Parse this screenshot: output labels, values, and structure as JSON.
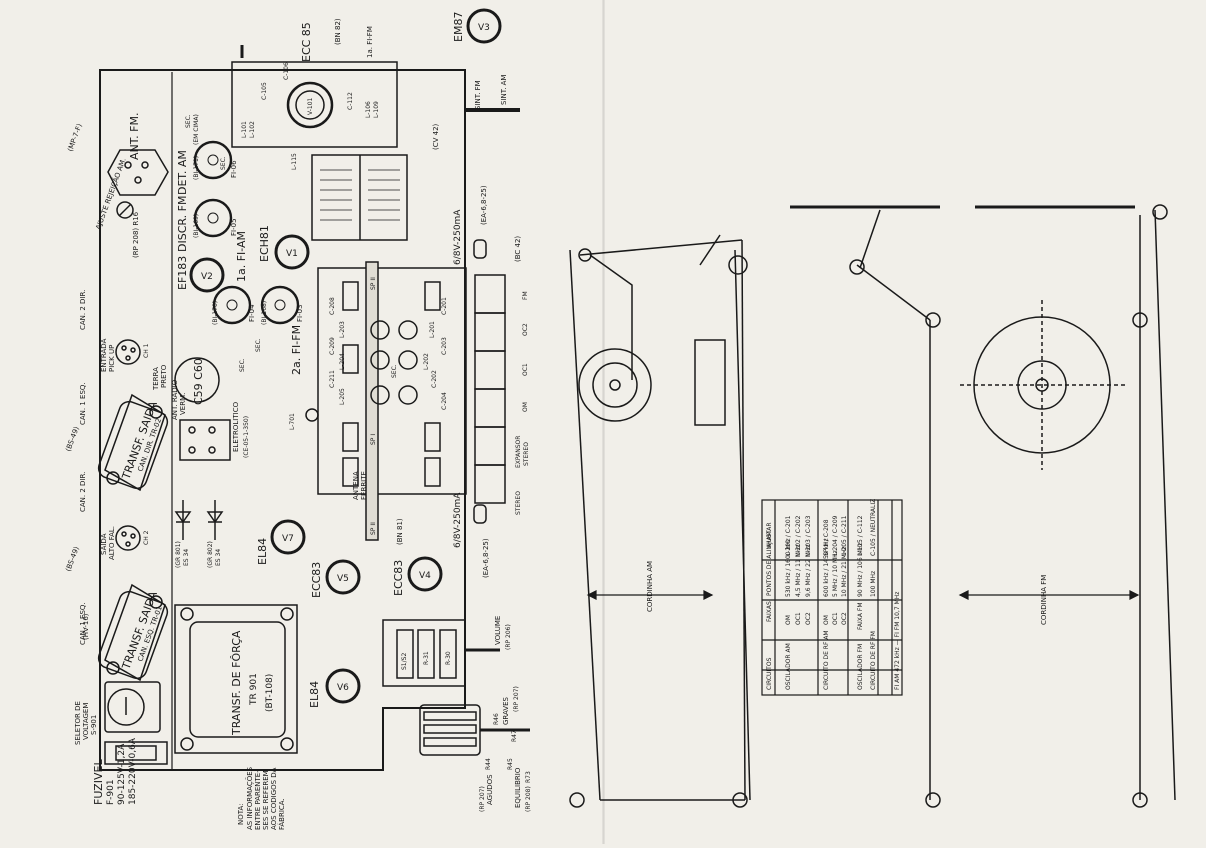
{
  "chassis": {
    "fuse_block": [
      "FUZIVEL",
      "F-901",
      "90-125V-1,2A",
      "185-220V-0,6A"
    ],
    "note_block": [
      "NOTA:",
      "AS INFORMAÇÕES",
      "ENTRE PARENTE-",
      "SES SE REFEREM",
      "AOS CODIGOS DA",
      "FÁBRICA."
    ],
    "voltage_selector": [
      "SELETOR DE",
      "VOLTAGEM",
      "S-901"
    ],
    "hv_code": "(HV-16)",
    "power_transformer": [
      "TRANSF. DE FÔRÇA",
      "TR 901",
      "(BT-108)"
    ],
    "output_transformer_1": [
      "TRANSF. SAIDA",
      "CAN. ESQ. TR-01"
    ],
    "output_transformer_2": [
      "TRANSF. SAIDA",
      "CAN. DIR. TR-02"
    ],
    "bs_code_1": "(BS-49)",
    "bs_code_2": "(BS-49)",
    "can1_esq": "CAN. 1 ESQ.",
    "can1_esq_2": "CAN. 1 ESQ.",
    "can2_dir": "CAN. 2 DIR.",
    "can2_dir_2": "CAN. 2 DIR.",
    "saida_alto_fal": [
      "SAIDA",
      "ALTO FAL."
    ],
    "can2_short": "CH 2",
    "entrada_pick_up": [
      "ENTRADA",
      "PICK UP"
    ],
    "ch1_short": "CH 1",
    "terra_preto": [
      "TERRA",
      "PRETO"
    ],
    "ant_fm": "ANT. FM.",
    "mp_code": "(MP-7-F)",
    "ajuste_rejeicao": "AJUSTE REJEIÇÃO AM.",
    "r16_code": "(RP 208) R16",
    "tube_ef183": "EF183",
    "tube_ech81": "ECH81",
    "tube_ecc85": "ECC 85",
    "tube_em87": "EM87",
    "tube_el84_a": "EL84",
    "tube_el84_b": "EL84",
    "tube_ecc83_a": "ECC83",
    "tube_ecc83_b": "ECC83",
    "v_labels": [
      "V1",
      "V2",
      "V3",
      "V4",
      "V5",
      "V6",
      "V7"
    ],
    "det_am": "DET. AM",
    "discr_fm": "DISCR. FM",
    "fi_am": "1a. FI-AM",
    "fi_fm": "2a. FI-FM",
    "fi_codes": [
      "FI-06",
      "FI-05",
      "FI-04",
      "FI-03"
    ],
    "bi_codes": [
      "(BI-171)",
      "(BI-169)",
      "(BI-170)",
      "(BI-168)"
    ],
    "sec_labels": [
      "SEC.",
      "SEC.",
      "SEC.",
      "SEC."
    ],
    "em_cima": "(EM CIMA)",
    "c59_c60": "C59 C60",
    "electrolytic": [
      "ELETROLITICO",
      "(CE-05-1-350)"
    ],
    "ant_radio": [
      "ANT. RADIO",
      "VERM."
    ],
    "gr_codes": [
      "(GR 801)",
      "ES 34",
      "(GR 802)",
      "ES 34"
    ],
    "bn82": "(BN 82)",
    "fi_fm_box": "1a. FI-FM",
    "cv42": "(CV 42)",
    "l115": "L-115",
    "l101_102": [
      "L-101",
      "L-102"
    ],
    "c105_106": [
      "C-105",
      "C-106"
    ],
    "c112": "C-112",
    "v101": "V-101",
    "l106": [
      "L-106",
      "L-109"
    ],
    "sint_fm": "SINT. FM",
    "sint_am": "SINT. AM",
    "lamp_top": "6/8V-250mA",
    "lamp_bottom": "6/8V-250mA",
    "ea_code_top": "(EA-6,8-25)",
    "ea_code_bottom": "(EA-6,8-25)",
    "bc42": "(BC 42)",
    "bn81": "(BN 81)",
    "sp_labels": [
      "SP II",
      "SP I",
      "SP II"
    ],
    "antena_ferrite": [
      "ANTENA",
      "FERRITE"
    ],
    "coil_c": [
      "C-208",
      "C-209",
      "C-211",
      "C-201",
      "C-203",
      "C-204",
      "C-202"
    ],
    "coil_l": [
      "L-203",
      "L-204",
      "L-205",
      "L-201",
      "L-202"
    ],
    "sec_mid": "SEC.",
    "l701": "L-701",
    "band_labels": [
      "FM",
      "OC2",
      "OC1",
      "OM"
    ],
    "expansor": [
      "EXPANSOR",
      "STEREO"
    ],
    "stereo": "STEREO",
    "volume": [
      "VOLUME",
      "(RP 206)"
    ],
    "s1s2": "S1/S2",
    "r31": "R-31",
    "r30": "R-30",
    "graves": [
      "GRAVES",
      "(RP 207)"
    ],
    "r46": "R46",
    "r47": "R47",
    "agudos": [
      "AGUDOS",
      "(RP 207)"
    ],
    "r44": "R44",
    "r45": "R45",
    "equilibrio": [
      "EQUILIBRIO",
      "(RP 208)"
    ],
    "r73": "R73"
  },
  "cords": {
    "cordinha_am": "CORDINHA AM",
    "cordinha_fm": "CORDINHA FM"
  },
  "alignment_table": {
    "header": [
      "CIRCUITOS",
      "FAIXAS",
      "PONTOS DE ALINHAM.",
      "AJUSTAR"
    ],
    "rows": [
      [
        "OSCILADOR AM",
        "OM",
        "530 kHz / 1600 kHz",
        "L-201 / C-201"
      ],
      [
        "",
        "OC1",
        "4,5 MHz / 11 MHz",
        "L-202 / C-202"
      ],
      [
        "",
        "OC2",
        "9,6 MHz / 22 MHz",
        "L-203 / C-203"
      ],
      [
        "CIRCUITO DE RF AM",
        "OM",
        "600 kHz / 1450 kHz",
        "SP II / C-208"
      ],
      [
        "",
        "OC1",
        "5 MHz / 10 MHz",
        "L-204 / C-209"
      ],
      [
        "",
        "OC2",
        "10 MHz / 21 MHz",
        "L-205 / C-211"
      ],
      [
        "OSCILADOR FM",
        "FAIXA FM",
        "90 MHz / 106 MHz",
        "L-115 / C-112"
      ],
      [
        "CIRCUITO DE RF FM",
        "",
        "100 MHz",
        "C-105 / NEUTRALIZ"
      ]
    ],
    "footer": "FI AM 472 kHz — FI FM 10,7 MHz"
  },
  "colors": {
    "paper": "#f1efe9",
    "ink": "#1a1a1a"
  }
}
